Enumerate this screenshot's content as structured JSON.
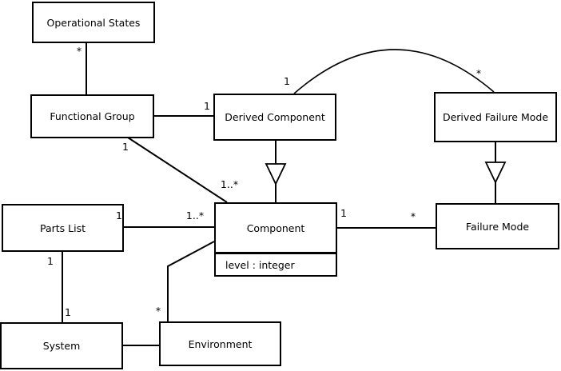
{
  "classes": {
    "operational_states": {
      "name": "Operational States"
    },
    "functional_group": {
      "name": "Functional Group"
    },
    "derived_component": {
      "name": "Derived Component"
    },
    "derived_failure_mode": {
      "name": "Derived Failure Mode"
    },
    "parts_list": {
      "name": "Parts List"
    },
    "component": {
      "name": "Component",
      "attributes": [
        "level : integer"
      ]
    },
    "failure_mode": {
      "name": "Failure Mode"
    },
    "system": {
      "name": "System"
    },
    "environment": {
      "name": "Environment"
    }
  },
  "relationships": [
    {
      "id": "os-fg",
      "type": "association",
      "from": "Operational States",
      "to": "Functional Group",
      "from_label": "*",
      "to_label": ""
    },
    {
      "id": "fg-dc",
      "type": "association",
      "from": "Functional Group",
      "to": "Derived Component",
      "from_label": "",
      "to_label": "1"
    },
    {
      "id": "fg-component",
      "type": "association",
      "from": "Functional Group",
      "to": "Component",
      "from_label": "1",
      "to_label": "1..*"
    },
    {
      "id": "dc-dfm",
      "type": "association",
      "from": "Derived Component",
      "to": "Derived Failure Mode",
      "from_label": "1",
      "to_label": "*"
    },
    {
      "id": "dc-component",
      "type": "generalization",
      "from": "Derived Component",
      "to": "Component",
      "from_label": "",
      "to_label": ""
    },
    {
      "id": "dfm-fm",
      "type": "generalization",
      "from": "Derived Failure Mode",
      "to": "Failure Mode",
      "from_label": "",
      "to_label": ""
    },
    {
      "id": "component-fm",
      "type": "association",
      "from": "Component",
      "to": "Failure Mode",
      "from_label": "1",
      "to_label": "*"
    },
    {
      "id": "pl-component",
      "type": "association",
      "from": "Parts List",
      "to": "Component",
      "from_label": "1",
      "to_label": "1..*"
    },
    {
      "id": "pl-system",
      "type": "association",
      "from": "Parts List",
      "to": "System",
      "from_label": "1",
      "to_label": "1"
    },
    {
      "id": "system-env",
      "type": "association",
      "from": "System",
      "to": "Environment",
      "from_label": "",
      "to_label": ""
    },
    {
      "id": "env-component",
      "type": "association",
      "from": "Environment",
      "to": "Component",
      "from_label": "*",
      "to_label": ""
    }
  ],
  "colors": {
    "background": "#ffffff",
    "line": "#000000",
    "box_fill": "#ffffff",
    "box_border": "#000000",
    "text": "#000000"
  }
}
